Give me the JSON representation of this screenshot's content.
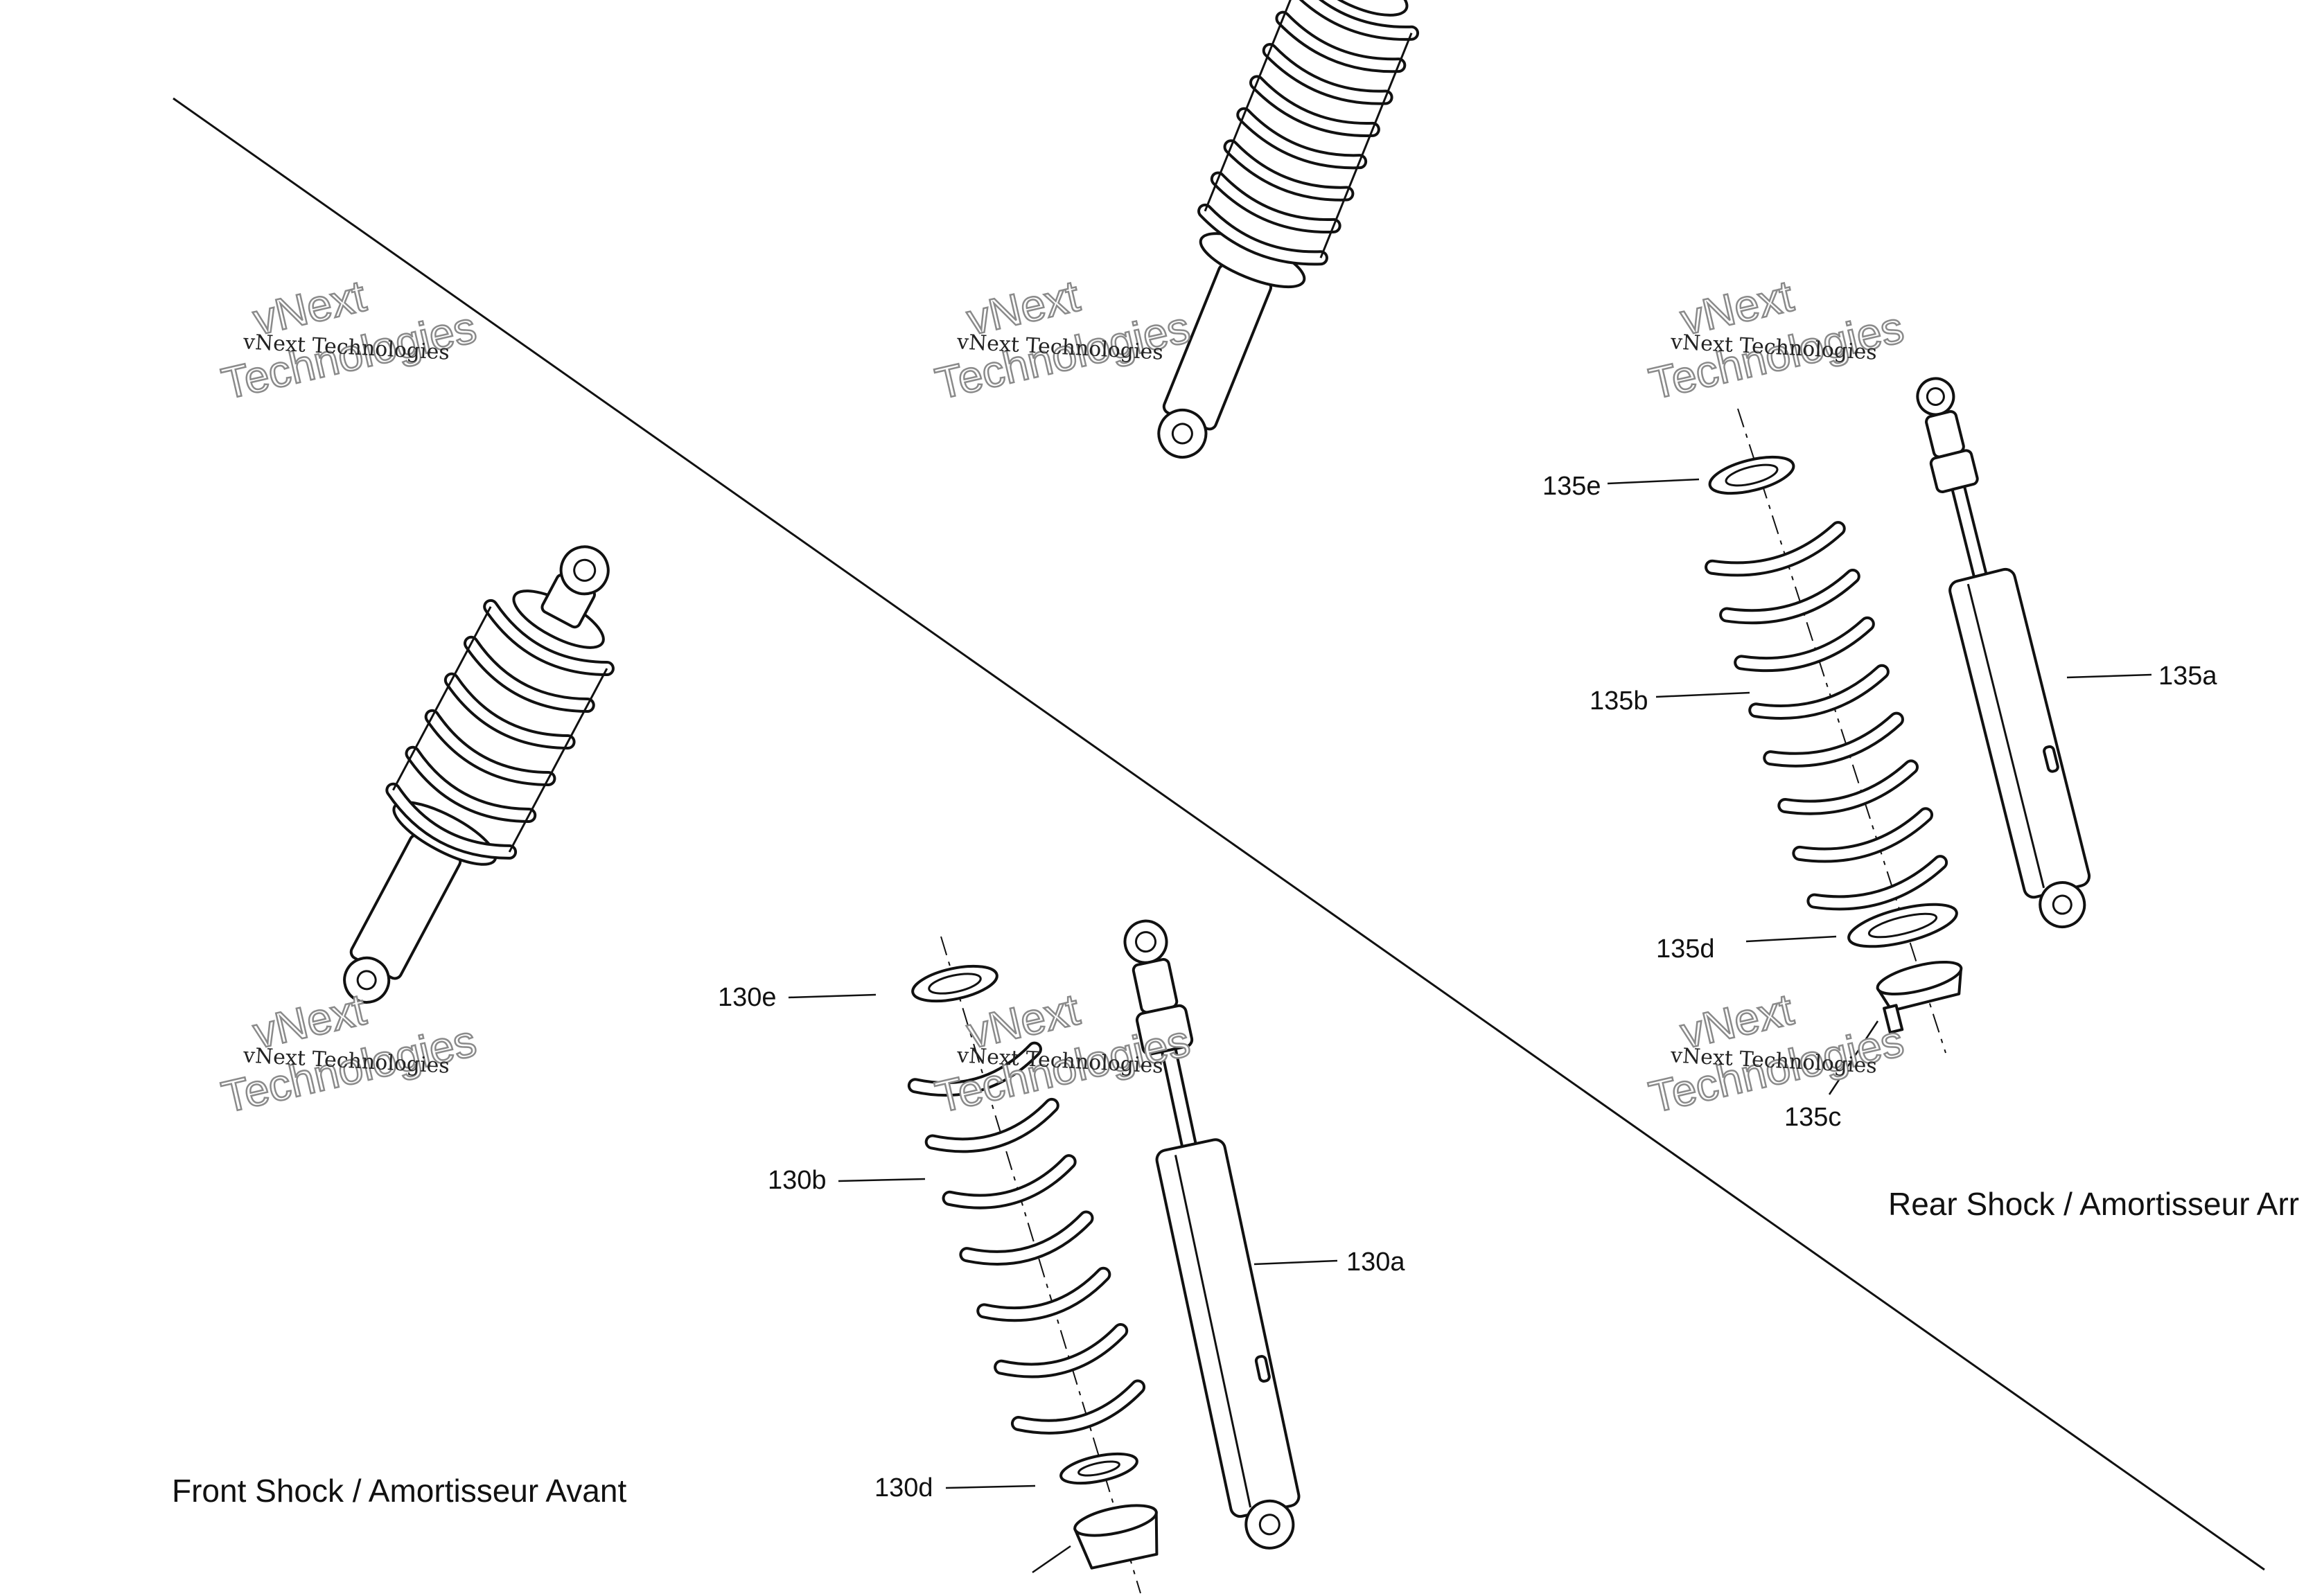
{
  "callouts": {
    "c130a": "130a",
    "c130b": "130b",
    "c130d": "130d",
    "c130e": "130e",
    "c135a": "135a",
    "c135b": "135b",
    "c135c": "135c",
    "c135d": "135d",
    "c135e": "135e"
  },
  "titles": {
    "front": "Front Shock / Amortisseur Avant",
    "rear": "Rear Shock / Amortisseur Arr"
  },
  "watermark": {
    "brand": "vNext Technologies",
    "line1": "vNext",
    "line2": "Technologies"
  }
}
